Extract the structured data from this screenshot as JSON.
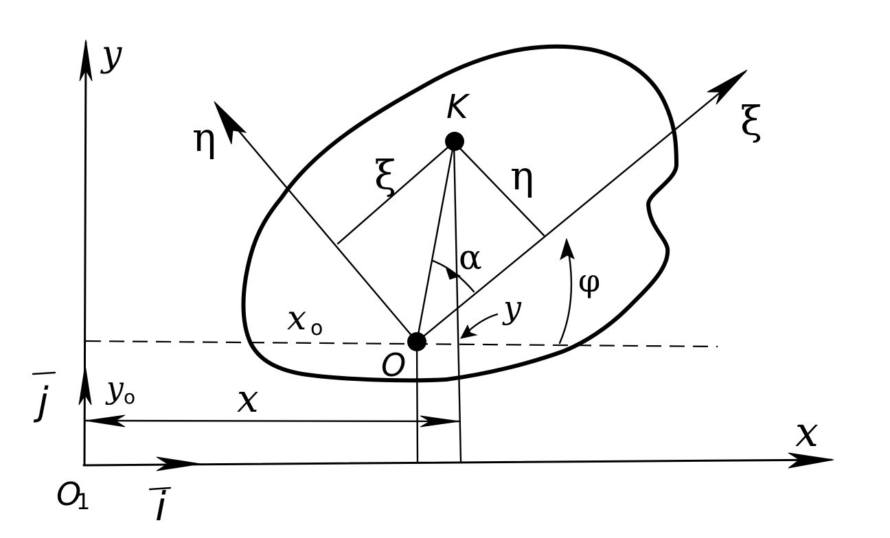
{
  "labels": {
    "y_axis": "y",
    "x_axis": "x",
    "origin_o1": "O",
    "origin_o1_sub": "1",
    "unit_i": "i",
    "unit_j": "j",
    "point_k": "K",
    "point_o": "O",
    "axis_xi": "ξ",
    "axis_eta": "η",
    "seg_xi": "ξ",
    "seg_eta": "η",
    "angle_alpha": "α",
    "angle_phi": "φ",
    "small_y": "y",
    "x0": "x",
    "x0_sub": "o",
    "y0": "y",
    "y0_sub": "o",
    "dim_x": "x"
  }
}
